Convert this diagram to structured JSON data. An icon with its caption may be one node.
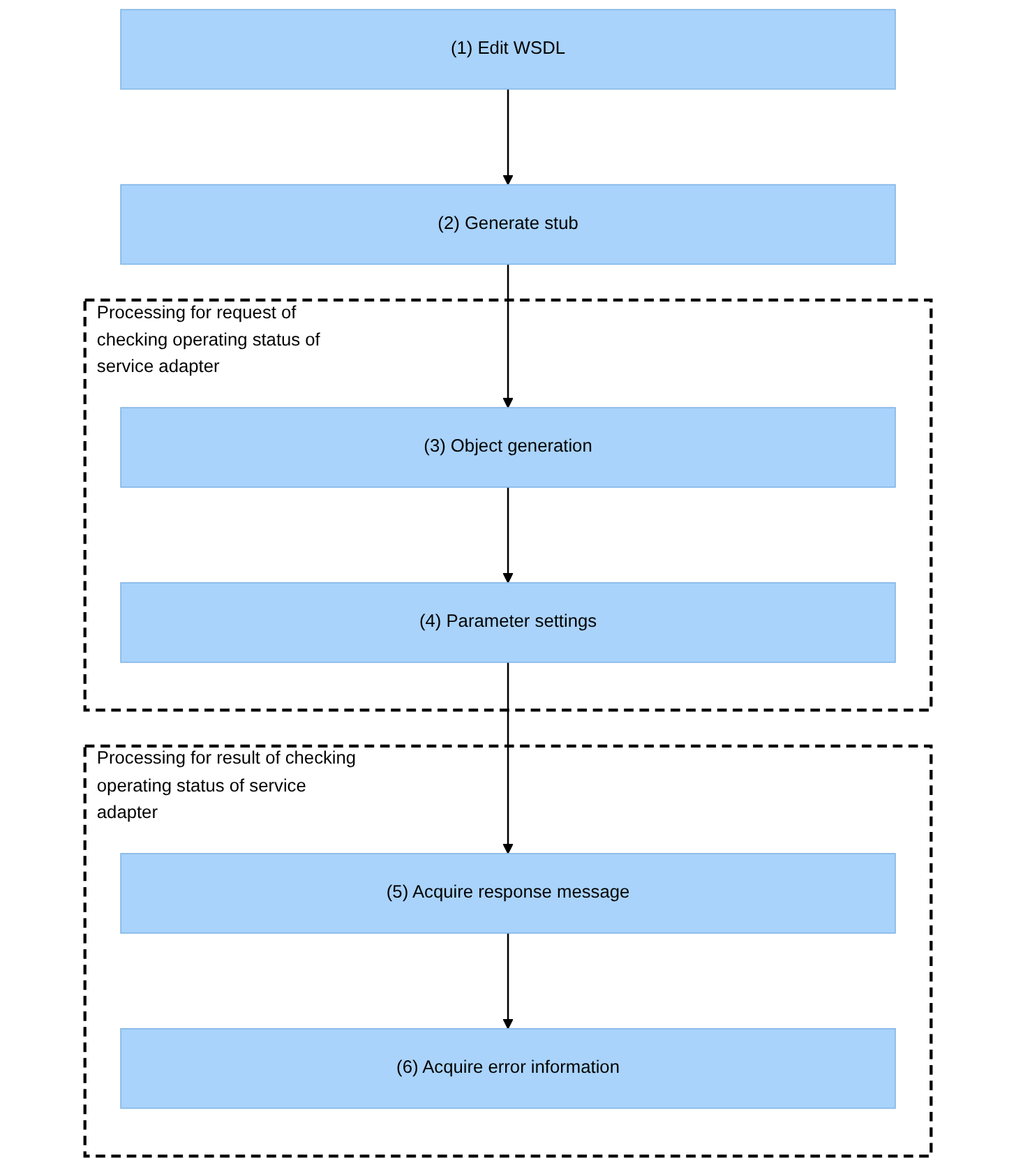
{
  "diagram": {
    "nodes": [
      {
        "text": [
          "(1) Edit WSDL"
        ]
      },
      {
        "text": [
          "(2) Generate stub"
        ]
      },
      {
        "text": [
          "Processing for request of checking operating status of service adapter"
        ]
      },
      {
        "text": [
          "(3) Object generation"
        ],
        "in": 2
      },
      {
        "text": [
          "(4) Parameter settings"
        ],
        "in": 2
      },
      {
        "text": [
          "Processing for result of checking operating status of service adapter"
        ]
      },
      {
        "text": [
          "(5) Acquire response message"
        ],
        "in": 5
      },
      {
        "text": [
          "(6) Acquire error information"
        ],
        "in": 5
      }
    ],
    "edges": [
      {
        "from": 0,
        "to": 1,
        "arrow": "to"
      },
      {
        "from": 1,
        "to": 3,
        "arrow": "to"
      },
      {
        "from": 3,
        "to": 4,
        "arrow": "to"
      },
      {
        "from": 4,
        "to": 6,
        "arrow": "to"
      },
      {
        "from": 6,
        "to": 7,
        "arrow": "to"
      }
    ]
  }
}
